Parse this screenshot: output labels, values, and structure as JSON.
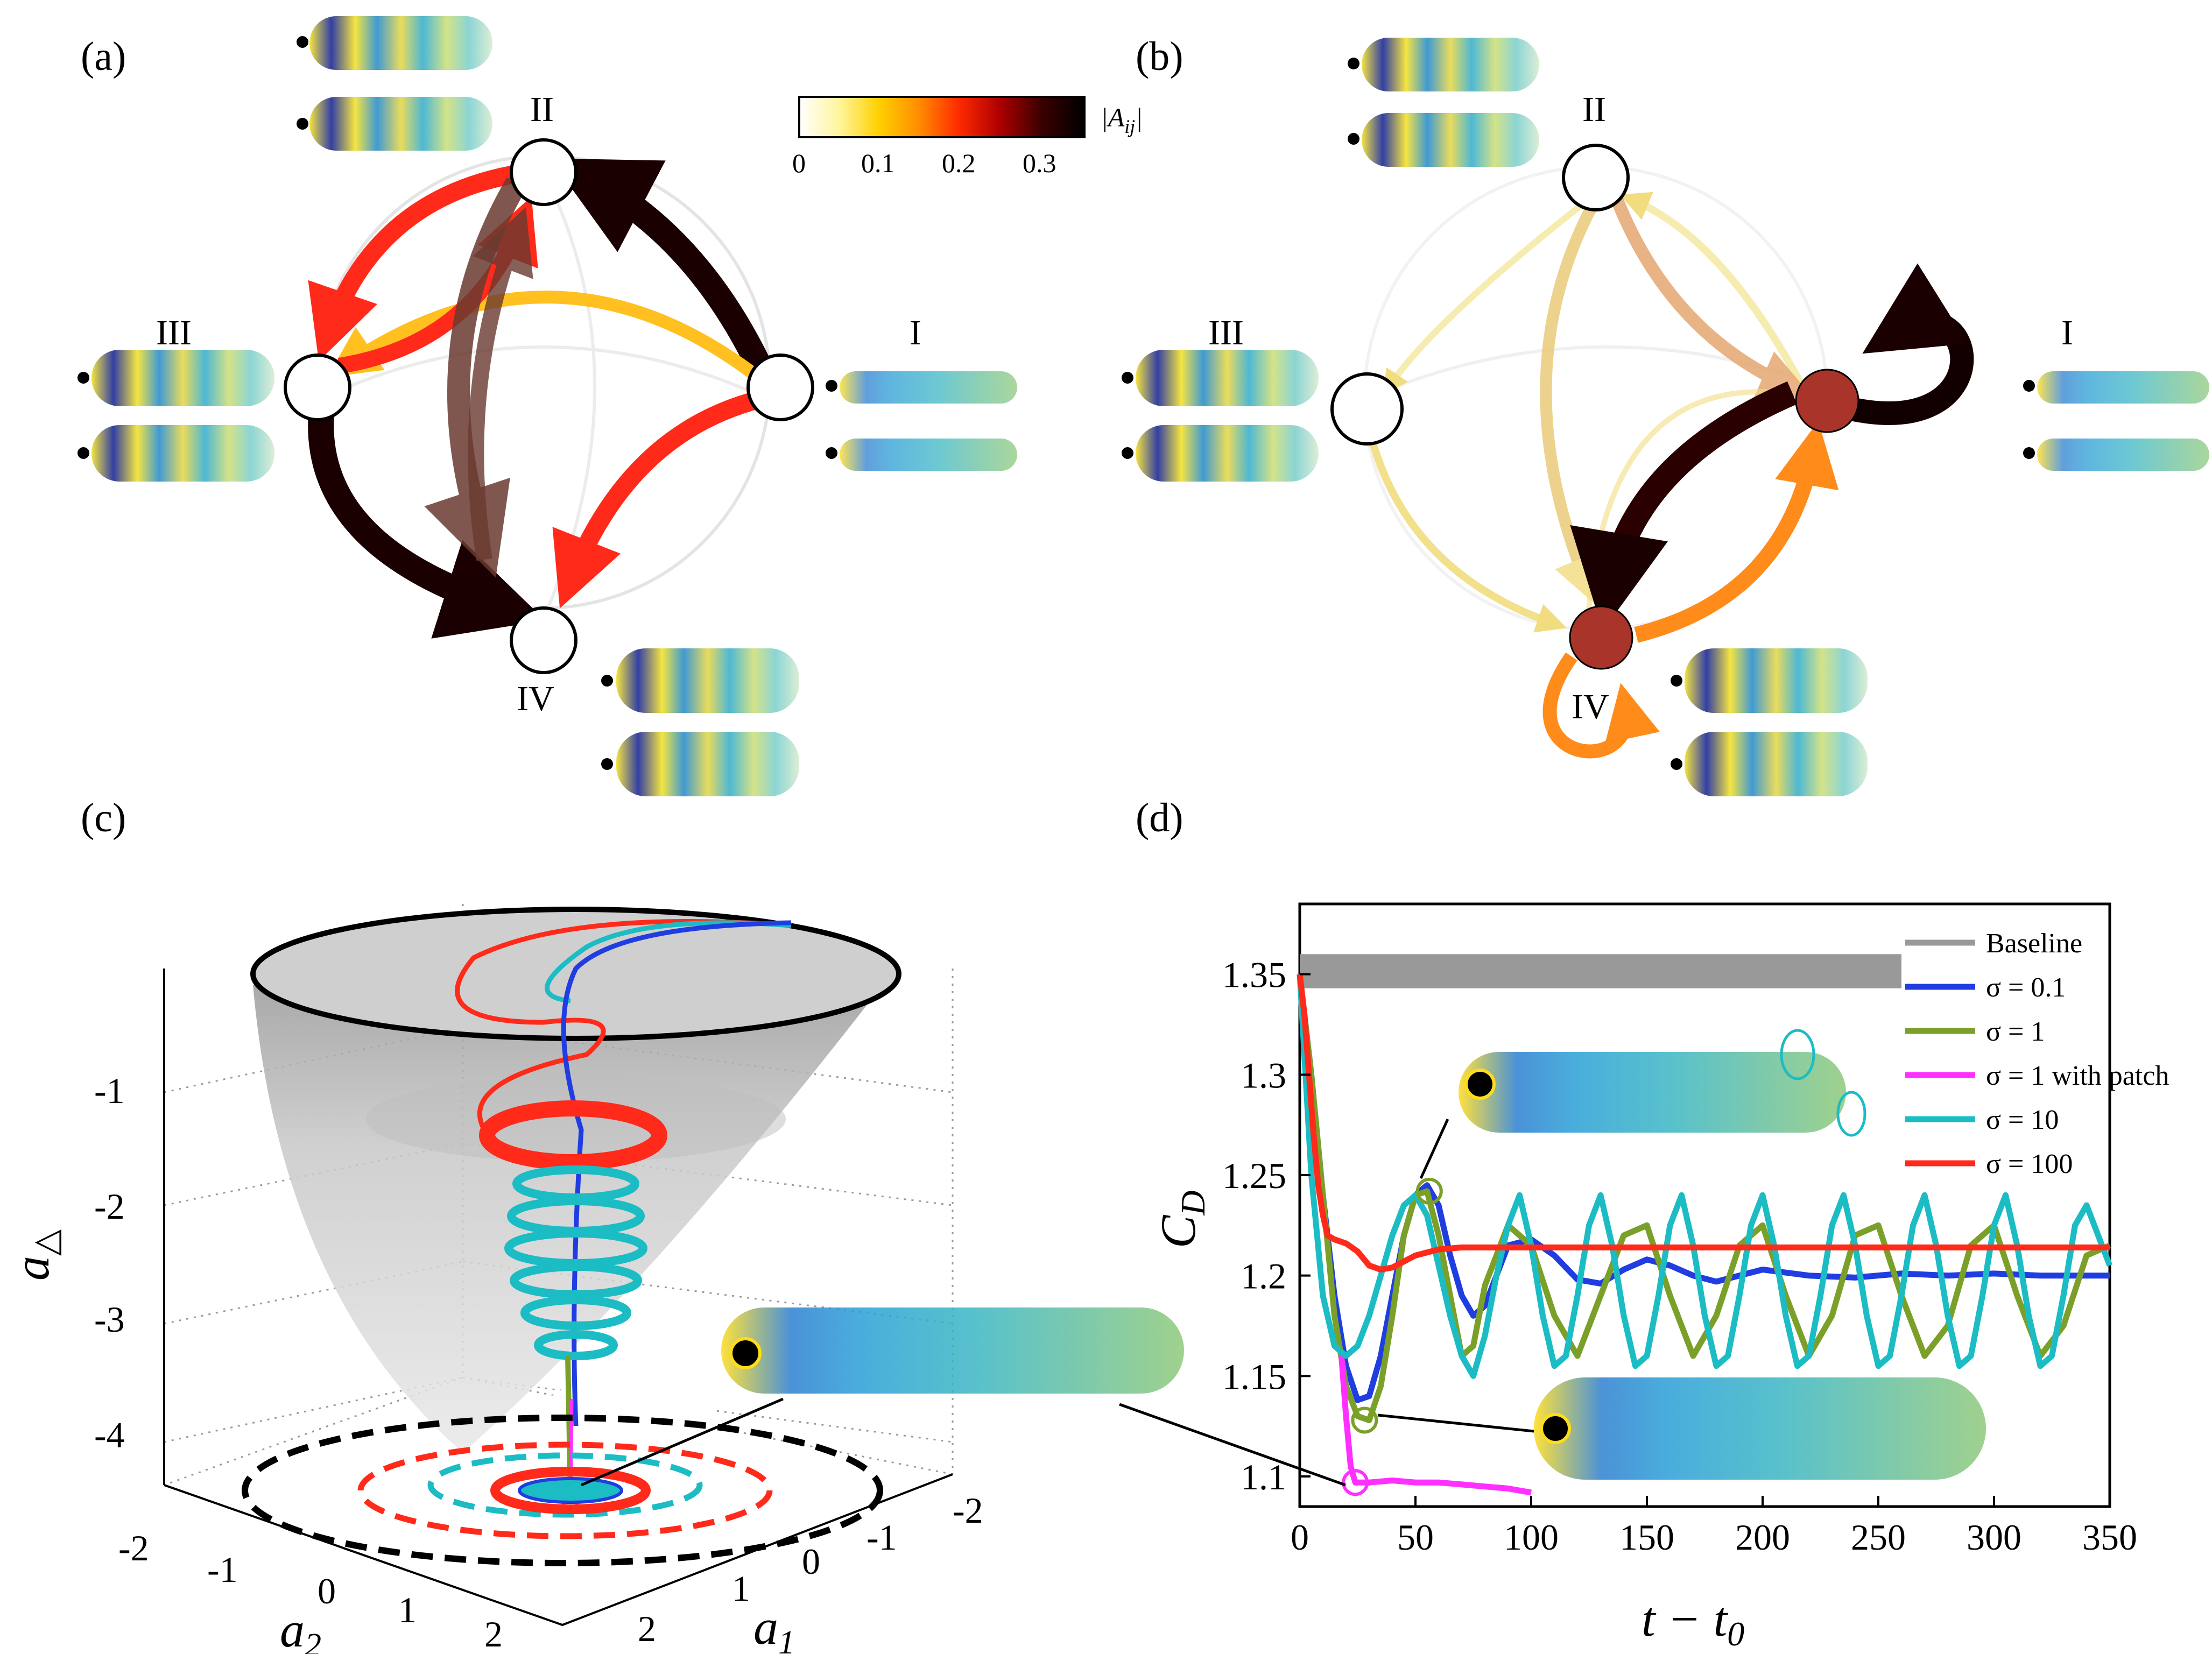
{
  "panels": {
    "a": {
      "label": "(a)"
    },
    "b": {
      "label": "(b)"
    },
    "c": {
      "label": "(c)"
    },
    "d": {
      "label": "(d)"
    }
  },
  "network": {
    "nodes": [
      "I",
      "II",
      "III",
      "IV"
    ],
    "colorbar": {
      "label": "|A",
      "label_sub": "ij",
      "ticks": [
        "0",
        "0.1",
        "0.2",
        "0.3"
      ],
      "gradient": [
        "#ffffff",
        "#fff59d",
        "#ffd000",
        "#ff8c00",
        "#ff2a00",
        "#b00000",
        "#3a0000",
        "#000000"
      ]
    }
  },
  "panel_c": {
    "z_label": "a",
    "z_label_sub": "△",
    "x_label": "a",
    "x_label_sub": "1",
    "y_label": "a",
    "y_label_sub": "2",
    "z_ticks": [
      "-1",
      "-2",
      "-3",
      "-4"
    ],
    "a2_ticks": [
      "-2",
      "-1",
      "0",
      "1",
      "2"
    ],
    "a1_ticks": [
      "2",
      "1",
      "0",
      "-1",
      "-2"
    ]
  },
  "chart_data": {
    "type": "line",
    "xlabel": "t − t",
    "xlabel_sub": "0",
    "ylabel": "C",
    "ylabel_sub": "D",
    "xlim": [
      0,
      350
    ],
    "ylim": [
      1.085,
      1.385
    ],
    "xticks": [
      "0",
      "50",
      "100",
      "150",
      "200",
      "250",
      "300",
      "350"
    ],
    "yticks": [
      "1.1",
      "1.15",
      "1.2",
      "1.25",
      "1.3",
      "1.35"
    ],
    "legend_position": "top-right",
    "series": [
      {
        "name": "Baseline",
        "color": "#999999",
        "x": [
          0,
          260
        ],
        "band": [
          1.343,
          1.36
        ]
      },
      {
        "name": "σ = 0.1",
        "color": "#1f3de0",
        "x": [
          0,
          5,
          10,
          15,
          20,
          25,
          30,
          35,
          40,
          45,
          50,
          55,
          60,
          65,
          70,
          75,
          80,
          85,
          90,
          100,
          110,
          120,
          130,
          140,
          150,
          160,
          170,
          180,
          190,
          200,
          220,
          240,
          260,
          280,
          300,
          320,
          340,
          350
        ],
        "y": [
          1.35,
          1.3,
          1.24,
          1.19,
          1.155,
          1.138,
          1.14,
          1.16,
          1.19,
          1.22,
          1.24,
          1.245,
          1.235,
          1.21,
          1.19,
          1.18,
          1.185,
          1.2,
          1.215,
          1.218,
          1.21,
          1.198,
          1.196,
          1.203,
          1.208,
          1.205,
          1.2,
          1.197,
          1.2,
          1.203,
          1.2,
          1.199,
          1.201,
          1.2,
          1.201,
          1.2,
          1.2,
          1.2
        ]
      },
      {
        "name": "σ = 1",
        "color": "#7ba02a",
        "x": [
          0,
          5,
          10,
          15,
          20,
          25,
          30,
          35,
          40,
          45,
          50,
          55,
          60,
          65,
          70,
          75,
          80,
          90,
          100,
          110,
          120,
          130,
          140,
          150,
          160,
          170,
          180,
          190,
          200,
          210,
          220,
          230,
          240,
          250,
          260,
          270,
          280,
          290,
          300,
          310,
          320,
          330,
          340,
          350
        ],
        "y": [
          1.35,
          1.3,
          1.24,
          1.18,
          1.145,
          1.13,
          1.128,
          1.145,
          1.18,
          1.22,
          1.24,
          1.242,
          1.22,
          1.19,
          1.16,
          1.165,
          1.195,
          1.225,
          1.215,
          1.18,
          1.16,
          1.19,
          1.22,
          1.225,
          1.19,
          1.16,
          1.18,
          1.215,
          1.225,
          1.19,
          1.16,
          1.18,
          1.22,
          1.225,
          1.19,
          1.16,
          1.175,
          1.215,
          1.225,
          1.19,
          1.16,
          1.175,
          1.21,
          1.215
        ]
      },
      {
        "name": "σ = 1 with patch",
        "color": "#ff30ff",
        "x": [
          18,
          20,
          22,
          24,
          26,
          30,
          40,
          50,
          60,
          70,
          80,
          90,
          100
        ],
        "y": [
          1.16,
          1.13,
          1.105,
          1.097,
          1.097,
          1.097,
          1.098,
          1.097,
          1.097,
          1.096,
          1.095,
          1.094,
          1.092
        ]
      },
      {
        "name": "σ = 10",
        "color": "#1bbcc4",
        "x": [
          0,
          5,
          10,
          15,
          20,
          25,
          30,
          35,
          40,
          45,
          50,
          55,
          60,
          65,
          70,
          75,
          80,
          85,
          90,
          95,
          100,
          105,
          110,
          115,
          120,
          125,
          130,
          135,
          140,
          145,
          150,
          155,
          160,
          165,
          170,
          175,
          180,
          185,
          190,
          195,
          200,
          205,
          210,
          215,
          220,
          225,
          230,
          235,
          240,
          245,
          250,
          255,
          260,
          265,
          270,
          275,
          280,
          285,
          290,
          295,
          300,
          305,
          310,
          315,
          320,
          325,
          330,
          335,
          340,
          345,
          350
        ],
        "y": [
          1.35,
          1.25,
          1.19,
          1.165,
          1.16,
          1.165,
          1.18,
          1.2,
          1.22,
          1.235,
          1.24,
          1.23,
          1.205,
          1.18,
          1.16,
          1.15,
          1.17,
          1.2,
          1.225,
          1.24,
          1.215,
          1.18,
          1.155,
          1.16,
          1.19,
          1.225,
          1.24,
          1.215,
          1.18,
          1.155,
          1.16,
          1.19,
          1.225,
          1.24,
          1.215,
          1.18,
          1.155,
          1.16,
          1.19,
          1.225,
          1.24,
          1.215,
          1.18,
          1.155,
          1.16,
          1.19,
          1.225,
          1.24,
          1.215,
          1.18,
          1.155,
          1.16,
          1.19,
          1.225,
          1.24,
          1.215,
          1.18,
          1.155,
          1.16,
          1.19,
          1.225,
          1.24,
          1.215,
          1.18,
          1.155,
          1.16,
          1.19,
          1.225,
          1.235,
          1.22,
          1.205
        ]
      },
      {
        "name": "σ = 100",
        "color": "#ff2a1a",
        "x": [
          0,
          2,
          4,
          6,
          8,
          10,
          12,
          15,
          20,
          25,
          30,
          35,
          40,
          45,
          50,
          60,
          70,
          80,
          100,
          150,
          200,
          250,
          300,
          350
        ],
        "y": [
          1.35,
          1.33,
          1.3,
          1.27,
          1.245,
          1.23,
          1.22,
          1.218,
          1.216,
          1.212,
          1.205,
          1.203,
          1.204,
          1.207,
          1.21,
          1.213,
          1.214,
          1.214,
          1.214,
          1.214,
          1.214,
          1.214,
          1.214,
          1.214
        ]
      }
    ]
  }
}
